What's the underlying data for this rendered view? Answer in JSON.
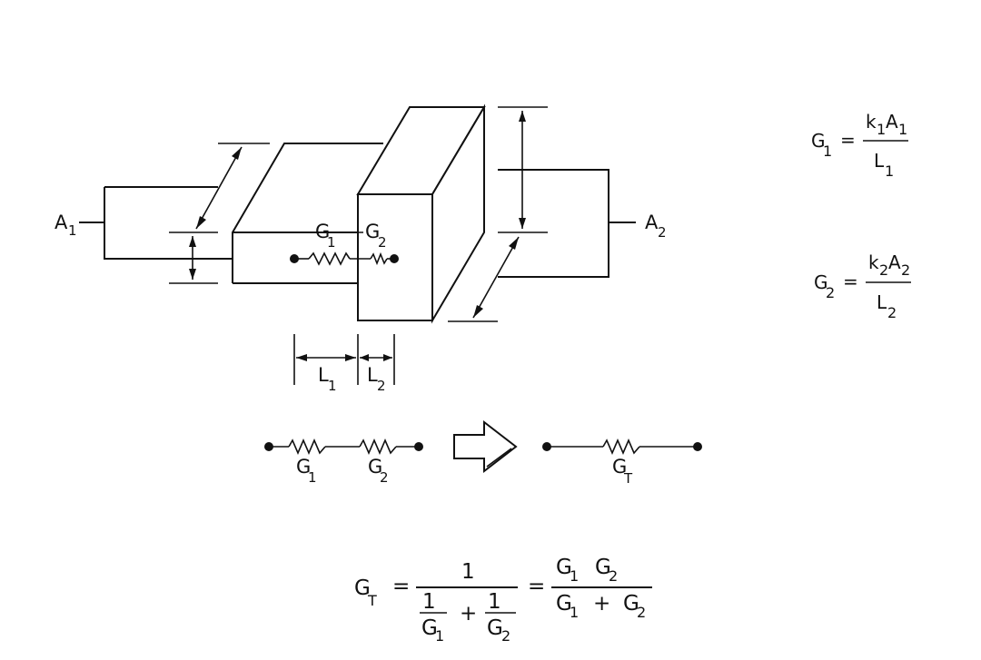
{
  "labels": {
    "a1": "A",
    "a1_sub": "1",
    "a2": "A",
    "a2_sub": "2",
    "g1_block": "G",
    "g1_block_sub": "1",
    "g2_block": "G",
    "g2_block_sub": "2",
    "l1": "L",
    "l1_sub": "1",
    "l2": "L",
    "l2_sub": "2",
    "g1_series": "G",
    "g1_series_sub": "1",
    "g2_series": "G",
    "g2_series_sub": "2",
    "gt_equiv": "G",
    "gt_equiv_sub": "T"
  },
  "equations": {
    "g1": {
      "lhs": "G",
      "lhs_sub": "1",
      "eq": "=",
      "num_k": "k",
      "num_k_sub": "1",
      "num_a": "A",
      "num_a_sub": "1",
      "den": "L",
      "den_sub": "1"
    },
    "g2": {
      "lhs": "G",
      "lhs_sub": "2",
      "eq": "=",
      "num_k": "k",
      "num_k_sub": "2",
      "num_a": "A",
      "num_a_sub": "2",
      "den": "L",
      "den_sub": "2"
    },
    "gt": {
      "lhs": "G",
      "lhs_sub": "T",
      "eq1": "=",
      "num1": "1",
      "inv1_num": "1",
      "inv1_den": "G",
      "inv1_den_sub": "1",
      "plus": "+",
      "inv2_num": "1",
      "inv2_den": "G",
      "inv2_den_sub": "2",
      "eq2": "=",
      "prod_a": "G",
      "prod_a_sub": "1",
      "prod_b": "G",
      "prod_b_sub": "2",
      "sum_a": "G",
      "sum_a_sub": "1",
      "sum_plus": "+",
      "sum_b": "G",
      "sum_b_sub": "2"
    }
  }
}
